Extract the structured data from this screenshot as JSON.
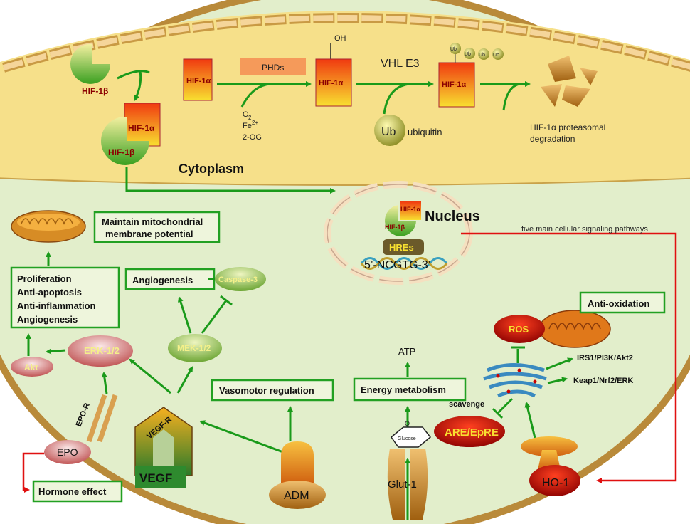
{
  "cytoplasm_label": "Cytoplasm",
  "nucleus_label": "Nucleus",
  "hif1a": "HIF-1α",
  "hif1b": "HIF-1β",
  "phds": "PHDs",
  "oh": "OH",
  "o2": "O",
  "o2_sub": "2",
  "fe": "Fe",
  "fe_sup": "2+",
  "og": "2-OG",
  "vhl": "VHL E3",
  "ub": "Ub",
  "ubiquitin": "ubiquitin",
  "degradation_line1": "HIF-1α proteasomal",
  "degradation_line2": "degradation",
  "hres": "HREs",
  "hre_seq": "5’-NCGTG-3’",
  "five_pathways": "five main cellular signaling pathways",
  "mito_box_line1": "Maintain mitochondrial",
  "mito_box_line2": "membrane potential",
  "prolif": [
    "Proliferation",
    "Anti-apoptosis",
    "Anti-inflammation",
    "Angiogenesis"
  ],
  "angiogenesis": "Angiogenesis",
  "caspase": "Caspase-3",
  "erk": "ERK-1/2",
  "akt": "Akt",
  "mek": "MEK-1/2",
  "epor": "EPO-R",
  "epo": "EPO",
  "hormone": "Hormone effect",
  "vegfr": "VEGF-R",
  "vegf": "VEGF",
  "vasomotor": "Vasomotor regulation",
  "adm": "ADM",
  "energy": "Energy metabolism",
  "atp": "ATP",
  "glucose": "Glucose",
  "glucose_o": "O",
  "glut": "Glut-1",
  "anti_ox": "Anti-oxidation",
  "ros": "ROS",
  "irs": "IRS1/PI3K/Akt2",
  "keap": "Keap1/Nrf2/ERK",
  "scavenge": "scavenge",
  "are": "ARE/EpRE",
  "ho1": "HO-1",
  "colors": {
    "arrow": "#1a9a1a",
    "red_line": "#e01010",
    "box_border": "#22a022",
    "cyto_fill": "#f6e08a",
    "cell_fill": "#e2eecb"
  }
}
